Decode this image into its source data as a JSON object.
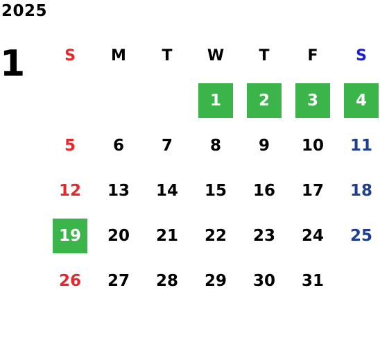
{
  "calendar": {
    "year": "2025",
    "month": "1",
    "weekdays": [
      "S",
      "M",
      "T",
      "W",
      "T",
      "F",
      "S"
    ],
    "weeks": [
      [
        "",
        "",
        "",
        "1",
        "2",
        "3",
        "4"
      ],
      [
        "5",
        "6",
        "7",
        "8",
        "9",
        "10",
        "11"
      ],
      [
        "12",
        "13",
        "14",
        "15",
        "16",
        "17",
        "18"
      ],
      [
        "19",
        "20",
        "21",
        "22",
        "23",
        "24",
        "25"
      ],
      [
        "26",
        "27",
        "28",
        "29",
        "30",
        "31",
        ""
      ]
    ],
    "highlighted_days": [
      "1",
      "2",
      "3",
      "4",
      "19"
    ]
  },
  "colors": {
    "sunday": "#e8262b",
    "saturday_header": "#1b1bd6",
    "saturday_day": "#1f3f8e",
    "weekday": "#000000",
    "highlight_bg": "#3bb54a",
    "highlight_text": "#ffffff"
  }
}
